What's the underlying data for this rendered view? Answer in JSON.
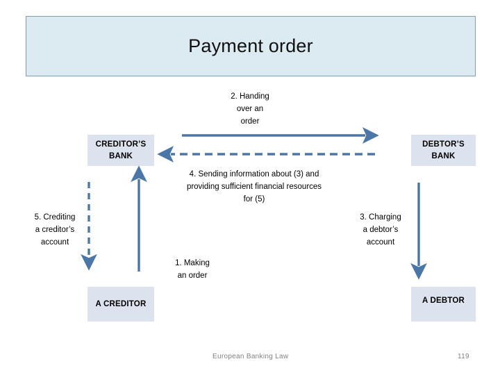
{
  "slide": {
    "title": "Payment order",
    "colors": {
      "title_fill": "#dceaf2",
      "title_border": "#7f9db9",
      "box_fill": "#dce3ee",
      "arrow": "#4A77A8",
      "footer_text": "#808080"
    }
  },
  "entities": {
    "creditors_bank": "CREDITOR’S\nBANK",
    "debtors_bank": "DEBTOR’S\nBANK",
    "a_creditor": "A\nCREDITOR",
    "a_debtor": "A DEBTOR"
  },
  "captions": {
    "step2": "2. Handing\nover an\norder",
    "step4": "4. Sending information about (3) and\nproviding sufficient financial resources\nfor (5)",
    "step5": "5. Crediting\na creditor’s\naccount",
    "step3": "3. Charging\na debtor’s\naccount",
    "step1": "1. Making\nan order"
  },
  "flows": [
    {
      "step": 2,
      "label": "2. Handing over an order",
      "from": "creditors_bank",
      "to": "debtors_bank",
      "style": "solid",
      "direction": "right"
    },
    {
      "step": 4,
      "label": "4. Sending information about (3) and providing sufficient financial resources for (5)",
      "from": "debtors_bank",
      "to": "creditors_bank",
      "style": "dashed",
      "direction": "left"
    },
    {
      "step": 5,
      "label": "5. Crediting a creditor’s account",
      "from": "creditors_bank",
      "to": "a_creditor",
      "style": "dashed",
      "direction": "down"
    },
    {
      "step": 1,
      "label": "1. Making an order",
      "from": "a_creditor",
      "to": "creditors_bank",
      "style": "solid",
      "direction": "up"
    },
    {
      "step": 3,
      "label": "3. Charging a debtor’s account",
      "from": "debtors_bank",
      "to": "a_debtor",
      "style": "solid",
      "direction": "down"
    }
  ],
  "footer": {
    "source": "European Banking Law",
    "page_number": "119"
  }
}
